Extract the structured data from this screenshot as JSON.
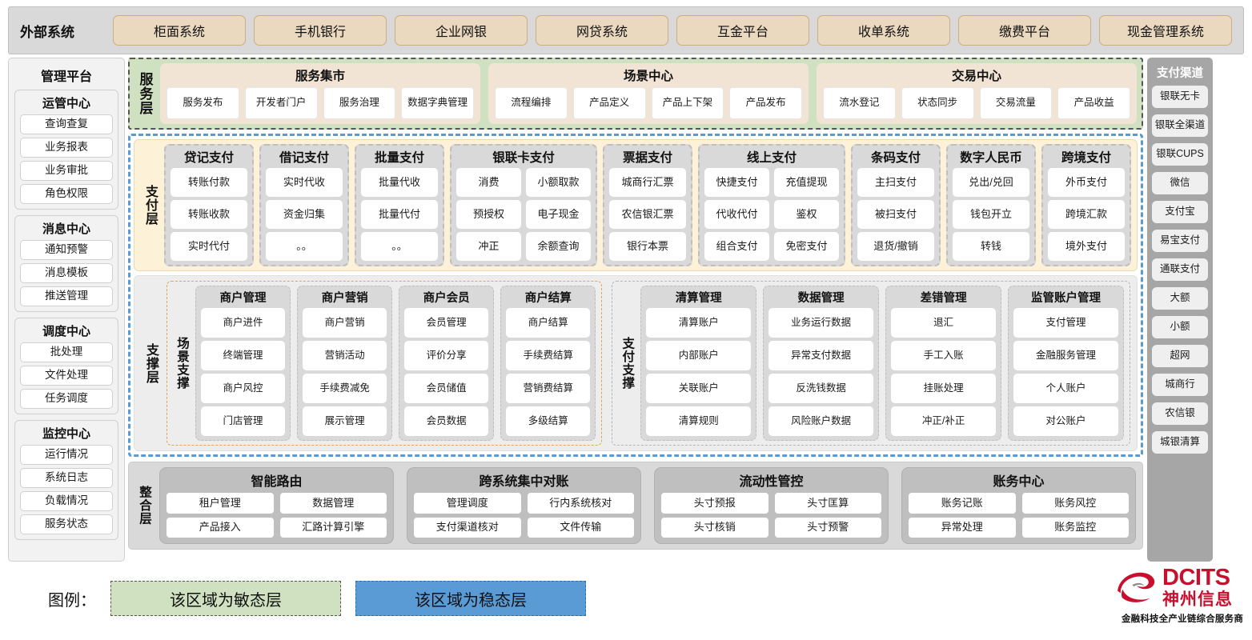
{
  "external": {
    "title": "外部系统",
    "items": [
      "柜面系统",
      "手机银行",
      "企业网银",
      "网贷系统",
      "互金平台",
      "收单系统",
      "缴费平台",
      "现金管理系统"
    ]
  },
  "admin_platform": {
    "title": "管理平台",
    "groups": [
      {
        "title": "运管中心",
        "items": [
          "查询查复",
          "业务报表",
          "业务审批",
          "角色权限"
        ]
      },
      {
        "title": "消息中心",
        "items": [
          "通知预警",
          "消息模板",
          "推送管理"
        ]
      },
      {
        "title": "调度中心",
        "items": [
          "批处理",
          "文件处理",
          "任务调度"
        ]
      },
      {
        "title": "监控中心",
        "items": [
          "运行情况",
          "系统日志",
          "负载情况",
          "服务状态"
        ]
      }
    ]
  },
  "payment_channels": {
    "title": "支付渠道",
    "items": [
      "银联无卡",
      "银联全渠道",
      "银联CUPS",
      "微信",
      "支付宝",
      "易宝支付",
      "通联支付",
      "大额",
      "小额",
      "超网",
      "城商行",
      "农信银",
      "城银清算"
    ]
  },
  "service_layer": {
    "label": "服务层",
    "cards": [
      {
        "title": "服务集市",
        "items": [
          "服务发布",
          "开发者门户",
          "服务治理",
          "数据字典管理"
        ]
      },
      {
        "title": "场景中心",
        "items": [
          "流程编排",
          "产品定义",
          "产品上下架",
          "产品发布"
        ]
      },
      {
        "title": "交易中心",
        "items": [
          "流水登记",
          "状态同步",
          "交易流量",
          "产品收益"
        ]
      }
    ]
  },
  "payment_layer": {
    "label": "支付层",
    "cards": [
      {
        "title": "贷记支付",
        "cols": 1,
        "items": [
          "转账付款",
          "转账收款",
          "实时代付"
        ]
      },
      {
        "title": "借记支付",
        "cols": 1,
        "items": [
          "实时代收",
          "资金归集",
          "。。"
        ]
      },
      {
        "title": "批量支付",
        "cols": 1,
        "items": [
          "批量代收",
          "批量代付",
          "。。"
        ]
      },
      {
        "title": "银联卡支付",
        "cols": 2,
        "items": [
          "消费",
          "小额取款",
          "预授权",
          "电子现金",
          "冲正",
          "余额查询"
        ]
      },
      {
        "title": "票据支付",
        "cols": 1,
        "items": [
          "城商行汇票",
          "农信银汇票",
          "银行本票"
        ]
      },
      {
        "title": "线上支付",
        "cols": 2,
        "items": [
          "快捷支付",
          "充值提现",
          "代收代付",
          "鉴权",
          "组合支付",
          "免密支付"
        ]
      },
      {
        "title": "条码支付",
        "cols": 1,
        "items": [
          "主扫支付",
          "被扫支付",
          "退货/撤销"
        ]
      },
      {
        "title": "数字人民币",
        "cols": 1,
        "items": [
          "兑出/兑回",
          "钱包开立",
          "转钱"
        ]
      },
      {
        "title": "跨境支付",
        "cols": 1,
        "items": [
          "外币支付",
          "跨境汇款",
          "境外支付"
        ]
      }
    ]
  },
  "support_layer": {
    "label": "支撑层",
    "zones": [
      {
        "label": "场景支撑",
        "cards": [
          {
            "title": "商户管理",
            "items": [
              "商户进件",
              "终端管理",
              "商户风控",
              "门店管理"
            ]
          },
          {
            "title": "商户营销",
            "items": [
              "商户营销",
              "营销活动",
              "手续费减免",
              "展示管理"
            ]
          },
          {
            "title": "商户会员",
            "items": [
              "会员管理",
              "评价分享",
              "会员储值",
              "会员数据"
            ]
          },
          {
            "title": "商户结算",
            "items": [
              "商户结算",
              "手续费结算",
              "营销费结算",
              "多级结算"
            ]
          }
        ]
      },
      {
        "label": "支付支撑",
        "cards": [
          {
            "title": "清算管理",
            "items": [
              "清算账户",
              "内部账户",
              "关联账户",
              "清算规则"
            ]
          },
          {
            "title": "数据管理",
            "items": [
              "业务运行数据",
              "异常支付数据",
              "反洗钱数据",
              "风险账户数据"
            ]
          },
          {
            "title": "差错管理",
            "items": [
              "退汇",
              "手工入账",
              "挂账处理",
              "冲正/补正"
            ]
          },
          {
            "title": "监管账户管理",
            "items": [
              "支付管理",
              "金融服务管理",
              "个人账户",
              "对公账户"
            ]
          }
        ]
      }
    ]
  },
  "integration_layer": {
    "label": "整合层",
    "cards": [
      {
        "title": "智能路由",
        "items": [
          "租户管理",
          "数据管理",
          "产品接入",
          "汇路计算引擎"
        ]
      },
      {
        "title": "跨系统集中对账",
        "items": [
          "管理调度",
          "行内系统核对",
          "支付渠道核对",
          "文件传输"
        ]
      },
      {
        "title": "流动性管控",
        "items": [
          "头寸预报",
          "头寸匡算",
          "头寸核销",
          "头寸预警"
        ]
      },
      {
        "title": "账务中心",
        "items": [
          "账务记账",
          "账务风控",
          "异常处理",
          "账务监控"
        ]
      }
    ]
  },
  "legend": {
    "label": "图例：",
    "agile": "该区域为敏态层",
    "stable": "该区域为稳态层",
    "agile_color": "#cfe1c0",
    "stable_color": "#5b9bd5"
  },
  "logo": {
    "en": "DCITS",
    "cn": "神州信息",
    "tagline": "金融科技全产业链综合服务商",
    "brand_color": "#c8102e"
  }
}
